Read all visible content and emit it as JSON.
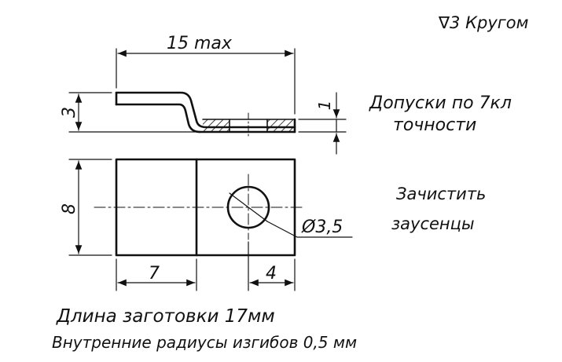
{
  "drawing": {
    "surface_finish": "∇3 Кругом",
    "dimensions": {
      "width_max": "15 max",
      "height": "3",
      "thickness": "1",
      "length": "8",
      "hole_offset": "7",
      "hole_edge": "4",
      "hole_diameter": "Ø3,5"
    },
    "notes": {
      "tolerance_line1": "Допуски по 7кл",
      "tolerance_line2": "точности",
      "deburr_line1": "Зачистить",
      "deburr_line2": "заусенцы",
      "blank_length": "Длина заготовки 17мм",
      "bend_radius": "Внутренние радиусы изгибов 0,5 мм"
    },
    "colors": {
      "ink": "#111111",
      "paper": "#ffffff"
    }
  }
}
